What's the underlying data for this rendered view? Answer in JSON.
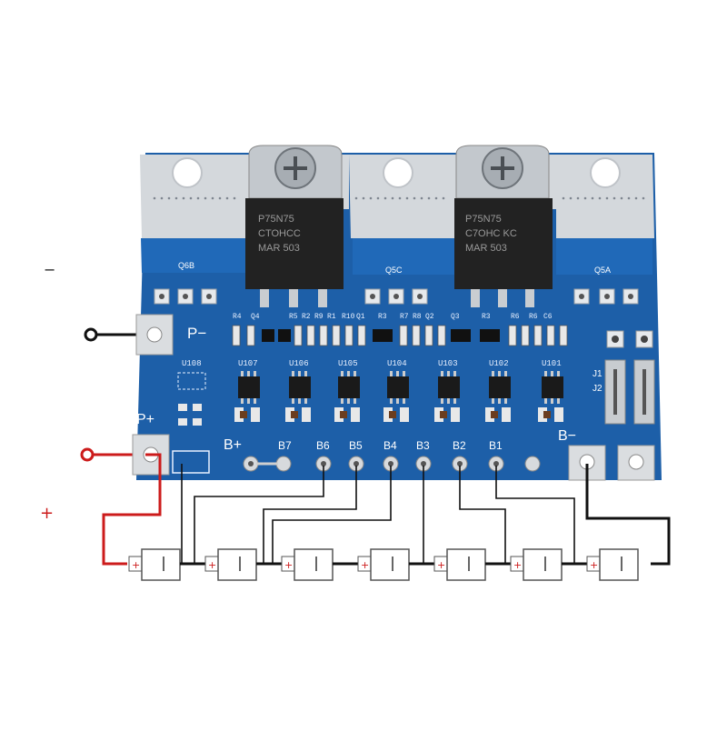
{
  "colors": {
    "pcb": "#1d5fa8",
    "pcb_dark": "#154b87",
    "copper": "#cfd3d8",
    "wire_black": "#111111",
    "wire_red": "#cc1b1b",
    "battery_plus": "#cc1b1b"
  },
  "mosfets": [
    {
      "label_line1": "P75N75",
      "label_line2": "CTOHCC",
      "label_line3": "MAR 503"
    },
    {
      "label_line1": "P75N75",
      "label_line2": "C7OHC KC",
      "label_line3": "MAR 503"
    }
  ],
  "pcb_labels": {
    "q6b": "Q6B",
    "q5c": "Q5C",
    "q5a": "Q5A",
    "p_minus": "P−",
    "p_plus": "P+",
    "b_plus": "B+",
    "b_minus": "B−",
    "j1": "J1",
    "j2": "J2",
    "resistor_row": [
      "R4",
      "Q4",
      "R5",
      "R2",
      "R9",
      "R1",
      "R10",
      "Q1",
      "R3",
      "R7",
      "R8",
      "Q2",
      "Q3",
      "R3",
      "R6",
      "R6",
      "C6"
    ],
    "ics": [
      "U108",
      "U107",
      "U106",
      "U105",
      "U104",
      "U103",
      "U102",
      "U101"
    ],
    "balance_pads": [
      "B7",
      "B6",
      "B5",
      "B4",
      "B3",
      "B2",
      "B1"
    ]
  },
  "side_markers": {
    "minus": "−",
    "plus": "+"
  },
  "battery_symbols": {
    "count": 7,
    "plus": "+",
    "minus": "−"
  }
}
